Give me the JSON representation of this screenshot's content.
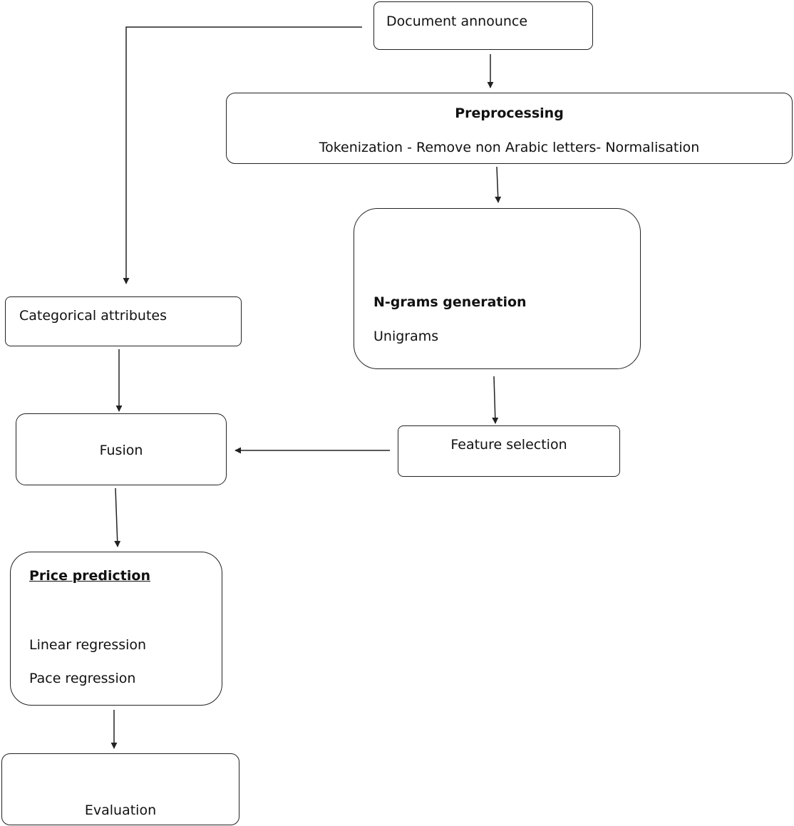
{
  "nodes": {
    "document_announce": {
      "label": "Document announce"
    },
    "preprocessing": {
      "title": "Preprocessing",
      "detail": "Tokenization - Remove non Arabic letters- Normalisation"
    },
    "ngrams": {
      "title": "N-grams generation",
      "detail": "Unigrams"
    },
    "categorical_attributes": {
      "label": "Categorical attributes"
    },
    "fusion": {
      "label": "Fusion"
    },
    "feature_selection": {
      "label": "Feature selection"
    },
    "price_prediction": {
      "title": "Price prediction",
      "methods": [
        "Linear regression",
        "Pace regression"
      ]
    },
    "evaluation": {
      "label": "Evaluation"
    }
  },
  "colors": {
    "stroke": "#222222",
    "text": "#111111",
    "background": "#ffffff"
  }
}
